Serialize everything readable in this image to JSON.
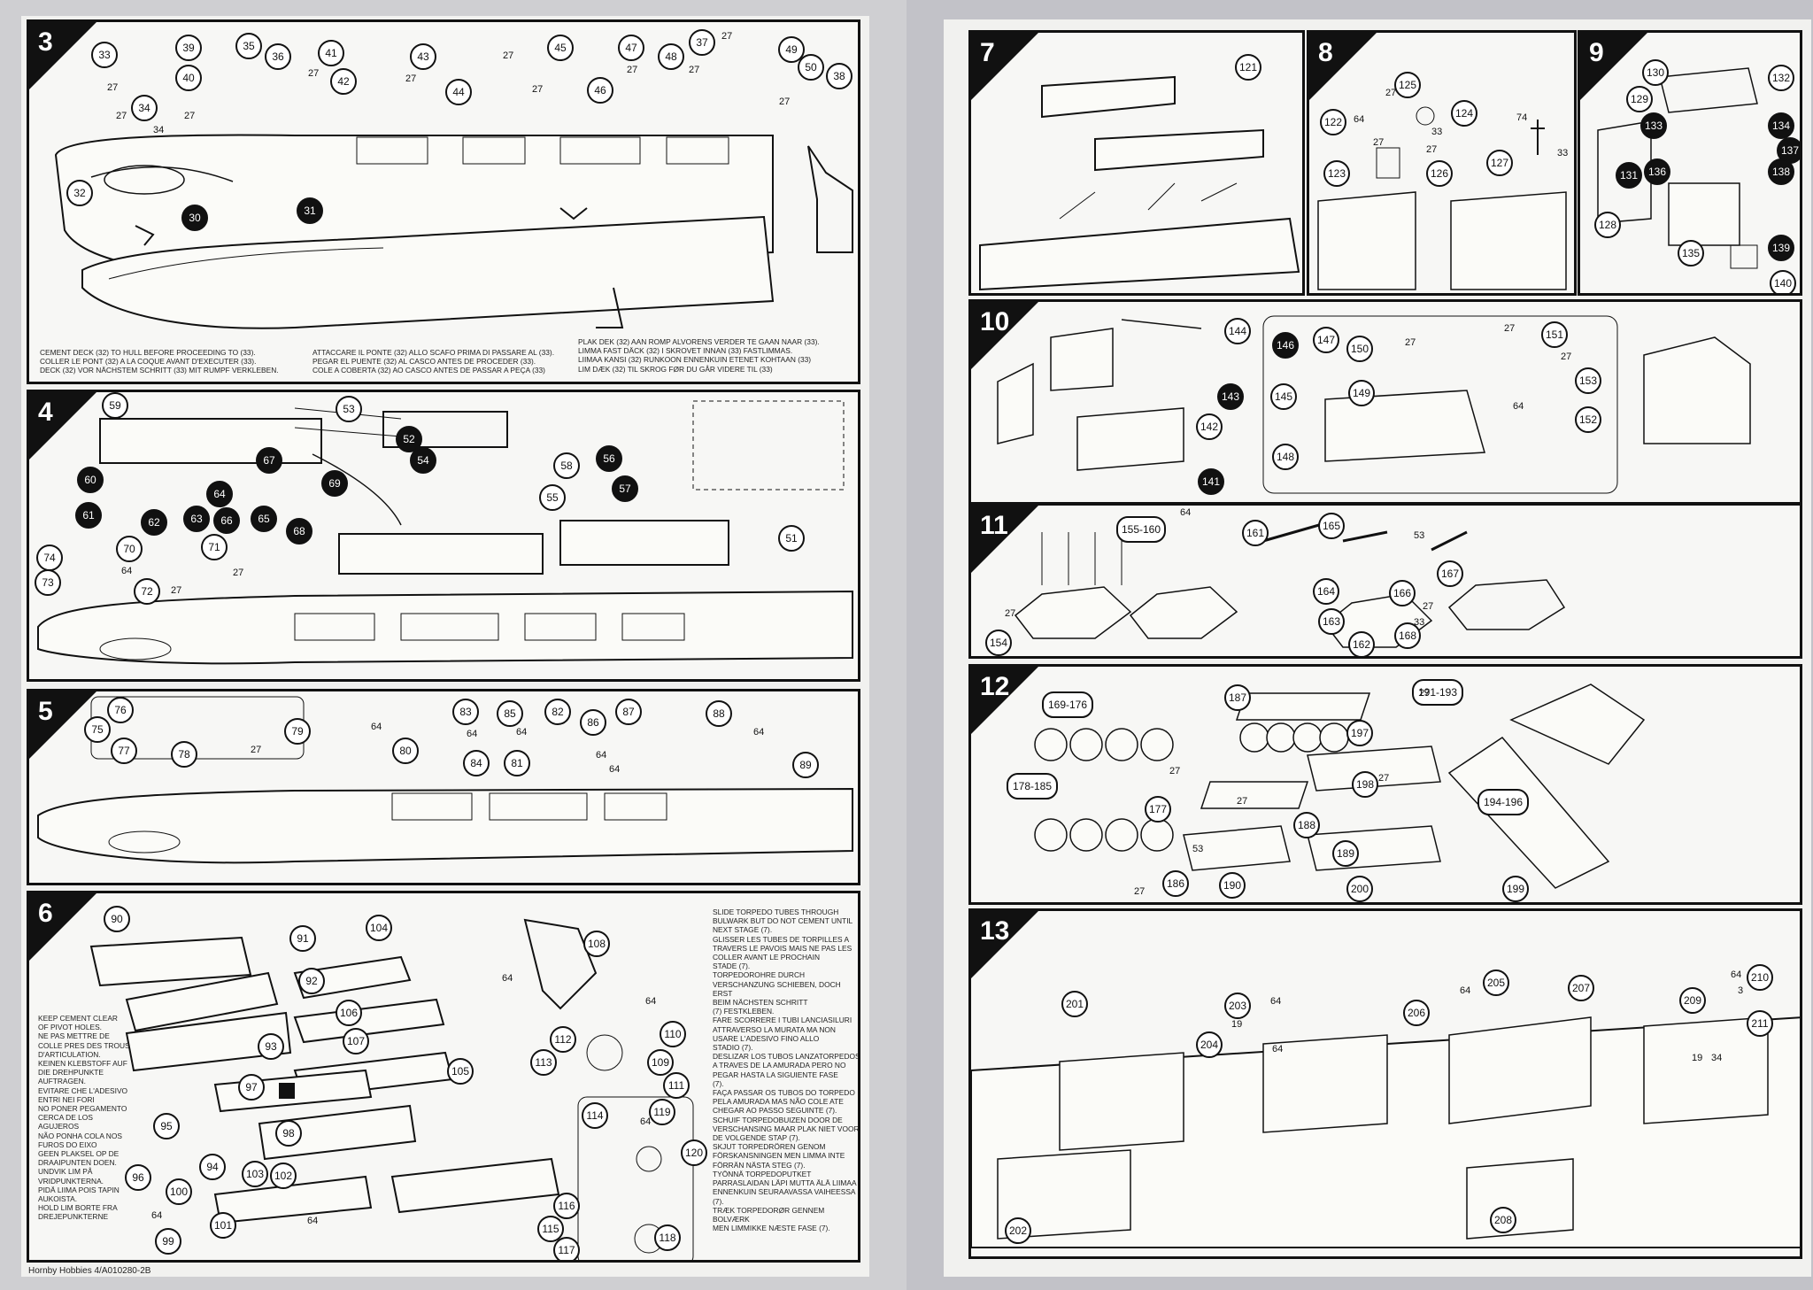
{
  "footer": "Hornby Hobbies 4/A010280-2B",
  "steps": [
    {
      "id": "3",
      "label": "3",
      "notes": [
        "CEMENT DECK (32) TO HULL BEFORE PROCEEDING TO (33).\nCOLLER LE PONT (32) A LA COQUE AVANT D'EXECUTER (33).\nDECK (32) VOR NÄCHSTEM SCHRITT (33) MIT RUMPF VERKLEBEN.",
        "ATTACCARE IL PONTE (32) ALLO SCAFO PRIMA DI PASSARE AL (33).\nPEGAR EL PUENTE (32) AL CASCO ANTES DE PROCEDER (33).\nCOLE A COBERTA (32) AO CASCO ANTES DE PASSAR A PEÇA (33)",
        "PLAK DEK (32) AAN ROMP ALVORENS VERDER TE GAAN NAAR (33).\nLIMMA FAST DÄCK (32) I SKROVET INNAN (33) FASTLIMMAS.\nLIIMAA KANSI (32) RUNKOON ENNENKUIN ETENET KOHTAAN (33)\nLIM DÆK (32) TIL SKROG FØR DU GÅR VIDERE TIL (33)"
      ],
      "parts": [
        "33",
        "39",
        "35",
        "36",
        "41",
        "43",
        "45",
        "47",
        "48",
        "37",
        "49",
        "50",
        "38",
        "34",
        "40",
        "42",
        "44",
        "46",
        "32",
        "30",
        "31"
      ],
      "tags": [
        "27",
        "27",
        "27",
        "27",
        "27",
        "27",
        "27",
        "27",
        "27",
        "27",
        "27",
        "34"
      ]
    },
    {
      "id": "4",
      "label": "4",
      "parts": [
        "59",
        "53",
        "52",
        "54",
        "58",
        "56",
        "57",
        "55",
        "60",
        "61",
        "62",
        "63",
        "64",
        "65",
        "66",
        "67",
        "68",
        "69",
        "51",
        "70",
        "71",
        "72",
        "73",
        "74"
      ],
      "tags": [
        "27",
        "64",
        "27"
      ]
    },
    {
      "id": "5",
      "label": "5",
      "parts": [
        "76",
        "75",
        "77",
        "78",
        "79",
        "80",
        "83",
        "84",
        "85",
        "81",
        "82",
        "86",
        "87",
        "88",
        "89"
      ],
      "tags": [
        "27",
        "64",
        "64",
        "64",
        "64",
        "64",
        "64"
      ]
    },
    {
      "id": "6",
      "label": "6",
      "notes": [
        "KEEP CEMENT CLEAR\nOF PIVOT HOLES.\nNE PAS METTRE DE\nCOLLE PRES DES TROUS\nD'ARTICULATION.\nKEINEN KLEBSTOFF AUF\nDIE DREHPUNKTE\nAUFTRAGEN.\nEVITARE CHE L'ADESIVO\nENTRI NEI FORI\nNO PONER PEGAMENTO\nCERCA DE LOS\nAGUJEROS\nNÃO PONHA COLA NOS\nFUROS DO EIXO\nGEEN PLAKSEL OP DE\nDRAAIPUNTEN DOEN.\nUNDVIK LIM PÅ\nVRIDPUNKTERNA.\nPIDÄ LIIMA POIS TAPIN\nAUKOISTA.\nHOLD LIM BORTE FRA\nDREJEPUNKTERNE",
        "SLIDE TORPEDO TUBES THROUGH\nBULWARK BUT DO NOT CEMENT UNTIL\nNEXT STAGE (7).\nGLISSER LES TUBES DE TORPILLES A\nTRAVERS LE PAVOIS MAIS NE PAS LES\nCOLLER AVANT LE PROCHAIN\nSTADE (7).\nTORPEDOROHRE DURCH\nVERSCHANZUNG SCHIEBEN, DOCH ERST\nBEIM NÄCHSTEN SCHRITT\n(7) FESTKLEBEN.\nFARE SCORRERE I TUBI LANCIASILURI\nATTRAVERSO LA MURATA MA NON\nUSARE L'ADESIVO FINO ALLO\nSTADIO (7).\nDESLIZAR LOS TUBOS LANZATORPEDOS\nA TRAVES DE LA AMURADA PERO NO\nPEGAR HASTA LA SIGUIENTE FASE\n(7).\nFAÇA PASSAR OS TUBOS DO TORPEDO\nPELA AMURADA MAS NÃO COLE ATE\nCHEGAR AO PASSO SEGUINTE (7).\nSCHUIF TORPEDOBUIZEN DOOR DE\nVERSCHANSING MAAR PLAK NIET VOOR\nDE VOLGENDE STAP (7).\nSKJUT TORPEDRÖREN GENOM\nFÖRSKANSNINGEN MEN LIMMA INTE\nFÖRRÄN NÄSTA STEG (7).\nTYÖNNÄ TORPEDOPUTKET\nPARRASLAIDAN LÄPI MUTTA ÄLÄ LIIMAA\nENNENKUIN SEURAAVASSA VAIHEESSA (7).\nTRÆK TORPEDORØR GENNEM BOLVÆRK\nMEN LIMMIKKE NÆSTE FASE (7)."
      ],
      "parts": [
        "90",
        "91",
        "92",
        "93",
        "104",
        "106",
        "107",
        "105",
        "108",
        "110",
        "112",
        "109",
        "113",
        "111",
        "114",
        "119",
        "120",
        "116",
        "115",
        "117",
        "118",
        "97",
        "98",
        "95",
        "94",
        "96",
        "103",
        "102",
        "100",
        "99",
        "101"
      ],
      "tags": [
        "64",
        "64",
        "64",
        "64",
        "64"
      ]
    },
    {
      "id": "7",
      "label": "7",
      "parts": [
        "121"
      ],
      "tags": []
    },
    {
      "id": "8",
      "label": "8",
      "parts": [
        "125",
        "124",
        "122",
        "123",
        "126",
        "127"
      ],
      "tags": [
        "27",
        "64",
        "27",
        "27",
        "33",
        "74",
        "33"
      ]
    },
    {
      "id": "9",
      "label": "9",
      "parts": [
        "130",
        "129",
        "133",
        "132",
        "134",
        "137",
        "138",
        "131",
        "136",
        "128",
        "135",
        "139",
        "140"
      ],
      "tags": []
    },
    {
      "id": "10",
      "label": "10",
      "parts": [
        "144",
        "143",
        "142",
        "141",
        "146",
        "147",
        "145",
        "148",
        "150",
        "151",
        "153",
        "149",
        "152"
      ],
      "tags": [
        "27",
        "27",
        "27",
        "64"
      ]
    },
    {
      "id": "11",
      "label": "11",
      "parts": [
        "155-160",
        "161",
        "165",
        "164",
        "163",
        "162",
        "166",
        "167",
        "168",
        "154"
      ],
      "tags": [
        "64",
        "53",
        "27",
        "27",
        "33"
      ]
    },
    {
      "id": "12",
      "label": "12",
      "parts": [
        "169-176",
        "187",
        "191-193",
        "197",
        "198",
        "194-196",
        "178-185",
        "177",
        "186",
        "188",
        "189",
        "190",
        "200",
        "199"
      ],
      "tags": [
        "27",
        "27",
        "27",
        "53",
        "27",
        "27"
      ]
    },
    {
      "id": "13",
      "label": "13",
      "parts": [
        "201",
        "203",
        "204",
        "206",
        "205",
        "207",
        "209",
        "210",
        "211",
        "202",
        "208"
      ],
      "tags": [
        "64",
        "19",
        "64",
        "64",
        "19",
        "34",
        "64",
        "3"
      ]
    }
  ]
}
